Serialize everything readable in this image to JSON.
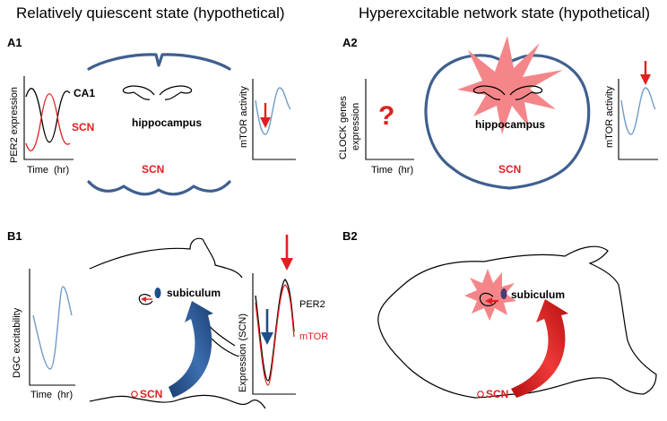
{
  "titles": {
    "left": "Relatively quiescent state (hypothetical)",
    "right": "Hyperexcitable network state (hypothetical)"
  },
  "panels": {
    "a1": "A1",
    "a2": "A2",
    "b1": "B1",
    "b2": "B2"
  },
  "a1": {
    "plot": {
      "ylabel": "PER2 expression",
      "xlabel": "Time",
      "unit": "(hr)",
      "legend_ca1": "CA1",
      "legend_scn": "SCN"
    },
    "brain": {
      "hippocampus": "hippocampus",
      "scn": "SCN"
    },
    "mtor_plot": {
      "ylabel": "mTOR activity"
    }
  },
  "a2": {
    "plot": {
      "ylabel_line1": "CLOCK genes",
      "ylabel_line2": "expression",
      "xlabel": "Time",
      "unit": "(hr)",
      "question": "?"
    },
    "brain": {
      "hippocampus": "hippocampus",
      "scn": "SCN"
    },
    "mtor_plot": {
      "ylabel": "mTOR activity"
    }
  },
  "b1": {
    "dgc_plot": {
      "ylabel": "DGC excitability",
      "xlabel": "Time",
      "unit": "(hr)"
    },
    "brain": {
      "subiculum": "subiculum",
      "scn": "SCN"
    },
    "expr_plot": {
      "ylabel": "Expression (SCN)",
      "legend_per2": "PER2",
      "legend_mtor": "mTOR"
    }
  },
  "b2": {
    "brain": {
      "subiculum": "subiculum",
      "scn": "SCN"
    }
  },
  "colors": {
    "brain_outline": "#3f5f8f",
    "red": "#e02020",
    "burst": "#f4868a",
    "blue_wave": "#6f9cc8",
    "arrow_blue": "#1f4e8c"
  }
}
